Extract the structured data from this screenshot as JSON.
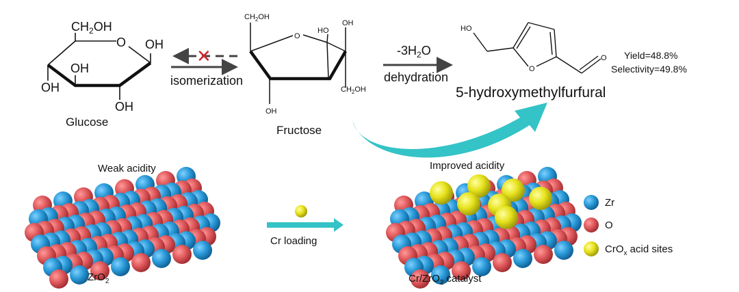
{
  "glucose": {
    "ch2oh": "CH",
    "ch2oh_sub": "2",
    "ch2oh_tail": "OH",
    "ring_o": "O",
    "oh1": "OH",
    "oh3": "OH",
    "oh4": "OH",
    "oh2": "OH",
    "label": "Glucose"
  },
  "isomerization": {
    "label": "isomerization",
    "blocked_mark": "✕"
  },
  "fructose": {
    "ch2oh_top": "CH",
    "sub": "2",
    "tail": "OH",
    "ring_o": "O",
    "ho": "HO",
    "oh_top": "OH",
    "oh_bottom": "OH",
    "ch2oh_bottom": "CH",
    "label": "Fructose"
  },
  "dehydration": {
    "water": "-3H",
    "water_sub": "2",
    "water_tail": "O",
    "label": "dehydration"
  },
  "hmf": {
    "ho": "HO",
    "ring_o": "O",
    "aldehyde_o": "O",
    "label": "5-hydroxymethylfurfural",
    "yield": "Yield=48.8%",
    "selectivity": "Selectivity=49.8%"
  },
  "catalyst": {
    "weak_label": "Weak acidity",
    "zro2_label": "ZrO",
    "zro2_sub": "2",
    "loading_label": "Cr loading",
    "improved_label": "Improved acidity",
    "cat_label_a": "Cr/ZrO",
    "cat_sub": "2",
    "cat_label_b": " catalyst"
  },
  "legend": {
    "zr": "Zr",
    "o": "O",
    "crox_a": "CrO",
    "crox_sub": "x",
    "crox_b": " acid sites"
  },
  "colors": {
    "zr": "#2a9ad8",
    "o": "#e0595c",
    "cr": "#e6e21c",
    "arrow": "#34c3c6"
  }
}
